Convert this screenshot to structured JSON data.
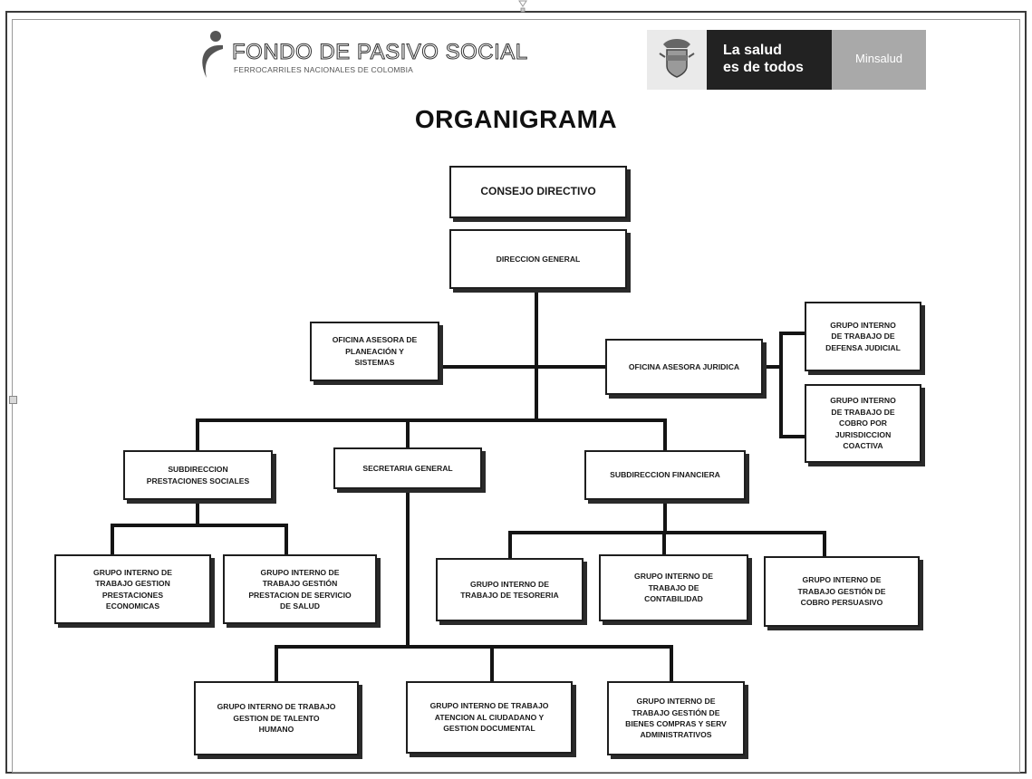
{
  "header": {
    "left_logo": {
      "name": "FONDO DE PASIVO SOCIAL",
      "subtitle": "FERROCARRILES NACIONALES DE COLOMBIA"
    },
    "right_logo": {
      "line1": "La salud",
      "line2": "es de todos",
      "ministry": "Minsalud"
    }
  },
  "title": "ORGANIGRAMA",
  "nodes": {
    "consejo": "CONSEJO DIRECTIVO",
    "direccion": "DIRECCION GENERAL",
    "planeacion": "OFICINA ASESORA DE\nPLANEACIÓN Y\nSISTEMAS",
    "juridica": "OFICINA ASESORA JURIDICA",
    "defensa": "GRUPO INTERNO\nDE TRABAJO DE\nDEFENSA JUDICIAL",
    "cobro_coactiva": "GRUPO INTERNO\nDE TRABAJO DE\nCOBRO POR\nJURISDICCION\nCOACTIVA",
    "subd_prestaciones": "SUBDIRECCION\nPRESTACIONES SOCIALES",
    "secretaria": "SECRETARIA GENERAL",
    "subd_financiera": "SUBDIRECCION  FINANCIERA",
    "g_prestaciones": "GRUPO INTERNO  DE\nTRABAJO GESTION\nPRESTACIONES\nECONOMICAS",
    "g_salud": "GRUPO INTERNO DE\nTRABAJO GESTIÓN\nPRESTACION DE SERVICIO\nDE SALUD",
    "g_tesoreria": "GRUPO INTERNO DE\nTRABAJO   DE TESORERIA",
    "g_contabilidad": "GRUPO INTERNO DE\nTRABAJO  DE\nCONTABILIDAD",
    "g_persuasivo": "GRUPO INTERNO DE\nTRABAJO  GESTIÓN DE\nCOBRO PERSUASIVO",
    "g_talento": "GRUPO INTERNO DE TRABAJO\nGESTION DE TALENTO\nHUMANO",
    "g_atencion": "GRUPO INTERNO DE TRABAJO\nATENCION AL CIUDADANO Y\nGESTION DOCUMENTAL",
    "g_bienes": "GRUPO INTERNO DE\nTRABAJO GESTIÓN  DE\nBIENES COMPRAS Y SERV\nADMINISTRATIVOS"
  },
  "colors": {
    "line": "#141414",
    "box_border": "#1e1e1e",
    "dark_panel": "#222222",
    "light_panel": "#a9a9a9"
  }
}
